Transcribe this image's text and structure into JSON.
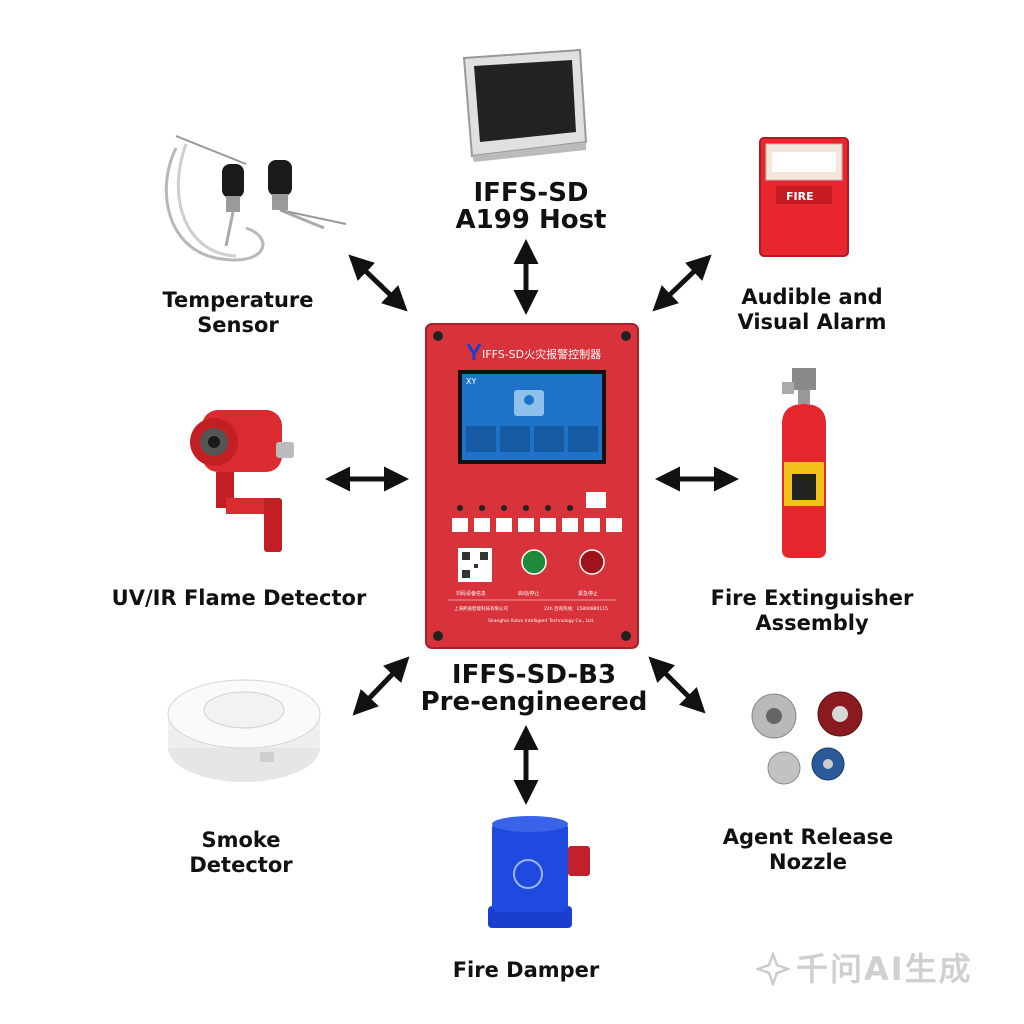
{
  "hub": {
    "name_line1": "IFFS-SD-B3",
    "name_line2": "Pre-engineered",
    "panel_brand": "IFFS-SD火灾报警控制器",
    "panel_logo": "XY",
    "footer_cn": "上海熙盾智能科技有限公司",
    "footer_hotline": "24h 咨询热线：15800880115",
    "footer_en": "Shanghai Xidun Intelligent Technology Co., Ltd.",
    "label_qr": "扫码设备信息",
    "label_green": "启动/停止",
    "label_red": "紧急停止"
  },
  "devices": {
    "host": {
      "line1": "IFFS-SD",
      "line2": "A199 Host"
    },
    "temperature": {
      "line1": "Temperature",
      "line2": "Sensor"
    },
    "alarm": {
      "line1": "Audible and",
      "line2": "Visual Alarm",
      "device_text": "FIRE"
    },
    "flame": {
      "line1": "UV/IR Flame Detector"
    },
    "extinguisher": {
      "line1": "Fire Extinguisher",
      "line2": "Assembly"
    },
    "smoke": {
      "line1": "Smoke",
      "line2": "Detector"
    },
    "nozzle": {
      "line1": "Agent Release",
      "line2": "Nozzle"
    },
    "damper": {
      "line1": "Fire Damper"
    }
  },
  "watermark": {
    "text": "千问AI生成"
  },
  "colors": {
    "panel_red": "#d8323a",
    "panel_dark": "#a8202a",
    "screen_blue": "#1e73c8",
    "arrow": "#111111",
    "damper_blue": "#1a3fd0"
  }
}
